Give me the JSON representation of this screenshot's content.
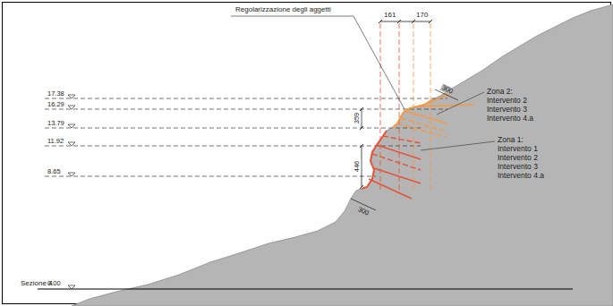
{
  "diagram": {
    "labels": [
      "Regolarizzazione degli aggetti",
      "161",
      "170",
      "17.38",
      "16.29",
      "359",
      "13.79",
      "11.92",
      "446",
      "8.65",
      "300",
      "300",
      "Zona 2:",
      "Intervento 2",
      "Intervento 3",
      "Intervento 4.a",
      "Zona 1:",
      "Intervento 1",
      "Intervento 2",
      "Intervento 3",
      "Intervento 4.a",
      "Sezione 4",
      "0.00"
    ]
  }
}
